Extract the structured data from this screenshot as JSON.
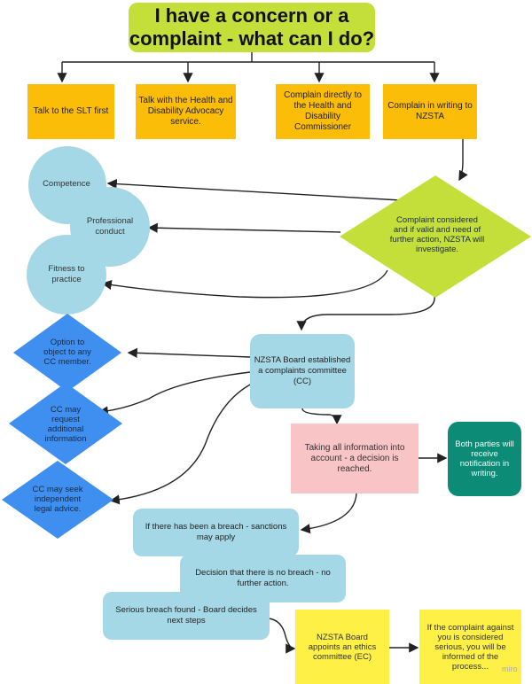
{
  "title": "I have a concern or a complaint - what can I do?",
  "options": {
    "slt": "Talk to the SLT first",
    "advocacy": "Talk with the Health and Disability Advocacy service.",
    "commissioner": "Complain directly to the Health and Disability Commissioner",
    "nzsta": "Complain in writing to NZSTA"
  },
  "circles": {
    "competence": "Competence",
    "conduct": "Professional conduct",
    "fitness": "Fitness to practice"
  },
  "decision": "Complaint considered and if valid and need of further action, NZSTA will investigate.",
  "committee": "NZSTA Board established a complaints committee (CC)",
  "cc_options": {
    "object": "Option to object to any CC member.",
    "info": "CC may request additional information",
    "legal": "CC may seek independent legal advice."
  },
  "decision_reached": "Taking all information into account - a decision is reached.",
  "notification": "Both parties will receive notification in writing.",
  "outcomes": {
    "sanctions": "If there has been a breach - sanctions may apply",
    "no_breach": "Decision that there is no breach - no further action.",
    "serious": "Serious breach found - Board decides next steps"
  },
  "ethics": "NZSTA Board appoints an ethics committee (EC)",
  "informed": "If the complaint against you is considered serious, you will be informed of the process...",
  "watermark": "miro"
}
